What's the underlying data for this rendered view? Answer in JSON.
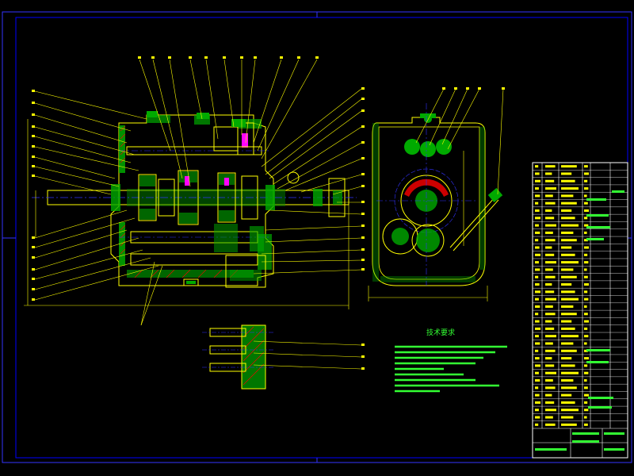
{
  "drawing": {
    "background": "#000000",
    "frame_color": "#0000ff",
    "line_color": "#ffff00",
    "section_color": "#00ff00",
    "hatch_color": "#ff0000",
    "center_line_color": "#3333ff",
    "highlight_color": "#ff00ff"
  },
  "technical_requirements": {
    "title": "技术要求"
  },
  "notes_present": 9,
  "title_block_rows": 36
}
